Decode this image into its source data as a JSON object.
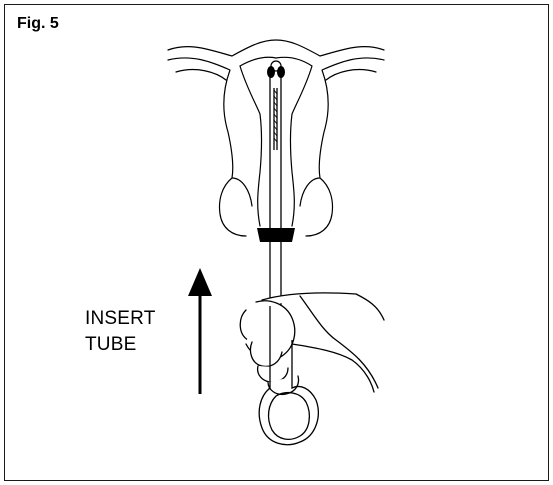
{
  "figure": {
    "label": "Fig. 5",
    "instruction_lines": [
      "INSERT",
      "TUBE"
    ]
  },
  "colors": {
    "ink": "#000000",
    "background": "#ffffff"
  },
  "icons": {
    "direction_arrow": "arrow-up-icon"
  }
}
